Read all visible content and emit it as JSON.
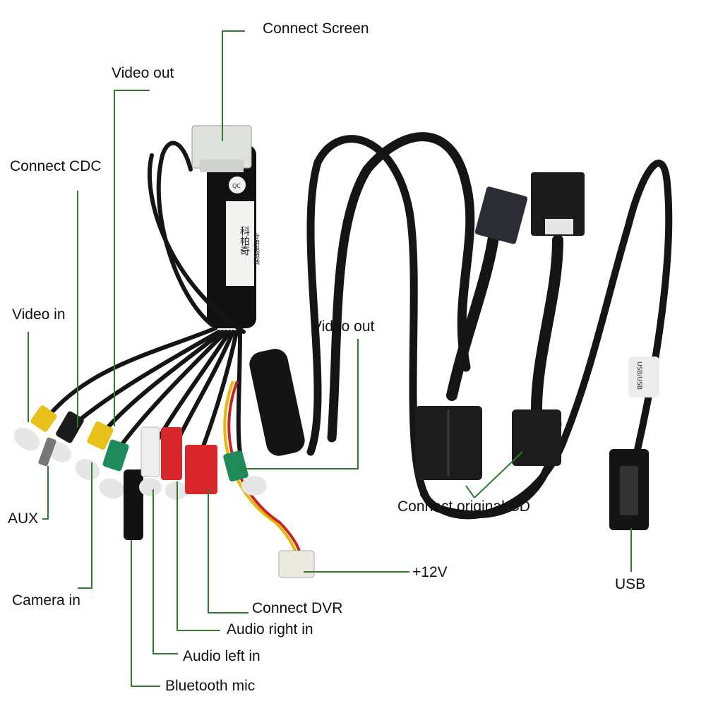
{
  "labels": {
    "connect_screen": "Connect Screen",
    "video_out_top": "Video out",
    "connect_cdc": "Connect CDC",
    "video_in": "Video in",
    "video_out_mid": "Video out",
    "aux": "AUX",
    "camera_in": "Camera in",
    "connect_original_cd": "Connect original CD",
    "plus_12v": "+12V",
    "usb": "USB",
    "connect_dvr": "Connect DVR",
    "audio_right_in": "Audio right in",
    "audio_left_in": "Audio left in",
    "bluetooth_mic": "Bluetooth mic"
  },
  "product_sticker": {
    "qc_text": "QC",
    "chinese_text": "科帕奇",
    "chinese_sub": "专用电源线"
  },
  "usb_sleeve_text": "USB/USB",
  "colors": {
    "leader_line": "#2e7d2e",
    "rca_yellow": "#e8c21a",
    "rca_white": "#eeeeee",
    "rca_red": "#d8262b",
    "rca_green": "#1f8a5a",
    "cable_black": "#151515"
  }
}
